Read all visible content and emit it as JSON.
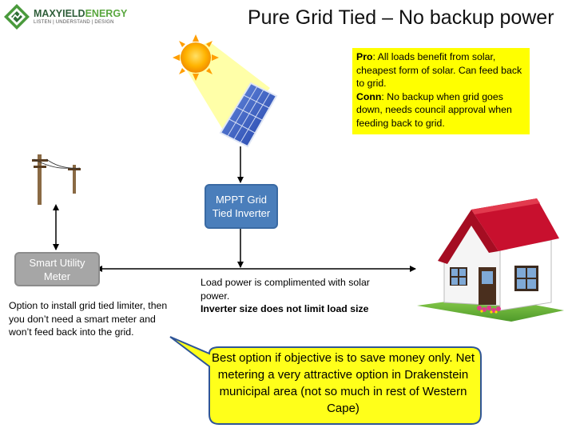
{
  "logo": {
    "name_part1": "MAXYIELD",
    "name_part2": "ENERGY",
    "tagline": "LISTEN | UNDERSTAND | DESIGN"
  },
  "title": "Pure Grid Tied – No backup power",
  "pros_cons": {
    "pro_label": "Pro",
    "pro_text": ": All loads benefit from solar, cheapest form of solar.  Can feed back to grid.",
    "con_label": "Conn",
    "con_text": ": No backup when grid goes down, needs council approval when feeding back to grid."
  },
  "inverter": {
    "label": "MPPT Grid Tied Inverter"
  },
  "meter": {
    "label": "Smart Utility Meter"
  },
  "load_note": {
    "text": "Load power is complimented with solar power.",
    "bold": "Inverter size does not limit load size"
  },
  "limiter_note": "Option to install grid tied limiter, then you don’t need a smart meter and won’t feed back into the grid.",
  "callout": "Best option if objective is to save money only.  Net metering a very attractive option in Drakenstein municipal area (not so much in rest of Western Cape)",
  "colors": {
    "inverter_fill": "#4a7ebb",
    "meter_fill": "#a6a6a6",
    "note_yellow": "#ffff00",
    "callout_fill": "#ffff1a",
    "callout_border": "#2f5597",
    "roof_red": "#c8102e"
  },
  "icons": [
    "sun-icon",
    "solar-panel-icon",
    "utility-pole-icon",
    "house-icon",
    "logo-icon"
  ]
}
